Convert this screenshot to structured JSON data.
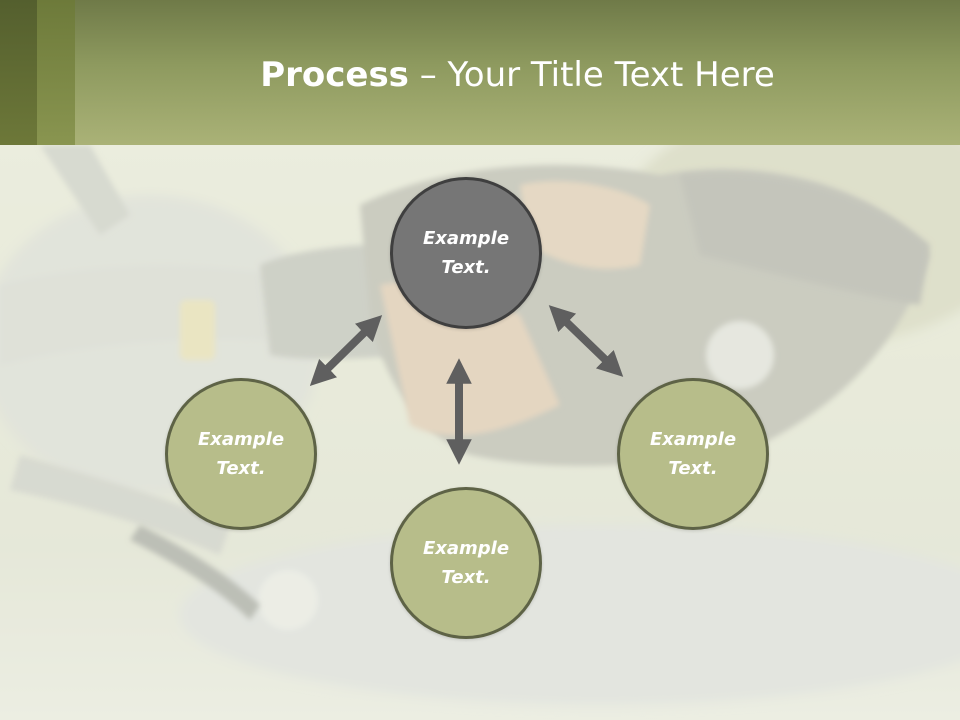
{
  "slide": {
    "title_bold": "Process",
    "title_rest": " – Your Title Text Here"
  },
  "diagram": {
    "center": {
      "text": "Example\nText.",
      "color": "#767676"
    },
    "left": {
      "text": "Example\nText.",
      "color": "#b7bd8a"
    },
    "bottom": {
      "text": "Example\nText.",
      "color": "#b7bd8a"
    },
    "right": {
      "text": "Example\nText.",
      "color": "#b7bd8a"
    },
    "arrow_color": "#5f5f5f"
  },
  "theme": {
    "header_color": "#9aa56a",
    "accent_dark": "#5a6533"
  }
}
